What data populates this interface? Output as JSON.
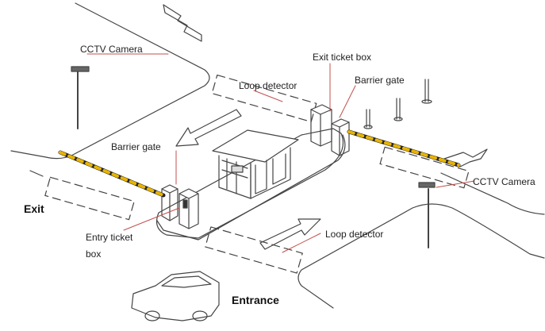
{
  "labels": {
    "cctv_camera_left": "CCTV Camera",
    "exit_ticket_box": "Exit ticket box",
    "loop_detector_top": "Loop detector",
    "barrier_gate_right": "Barrier gate",
    "barrier_gate_left": "Barrier gate",
    "cctv_camera_right": "CCTV Camera",
    "exit": "Exit",
    "entry_ticket_box_line1": "Entry ticket",
    "entry_ticket_box_line2": "box",
    "loop_detector_bottom": "Loop detector",
    "entrance": "Entrance"
  },
  "colors": {
    "line": "#444444",
    "leader": "#c0504d",
    "barrier_stripe": "#e8b400",
    "barrier_dark": "#222222"
  }
}
